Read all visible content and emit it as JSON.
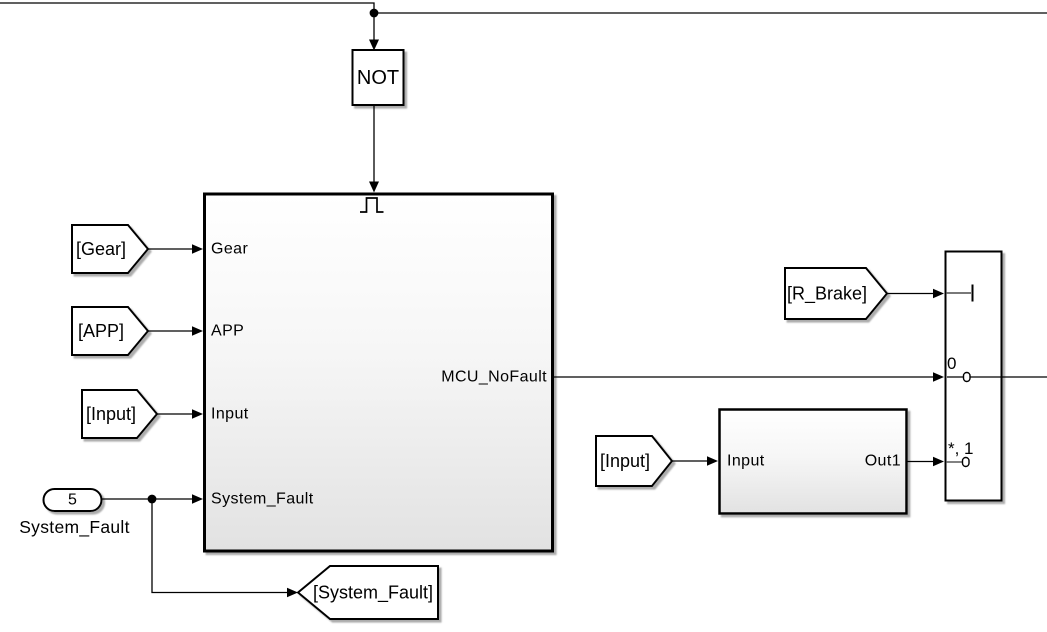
{
  "canvas": {
    "background": "#ffffff",
    "wire_color": "#000000",
    "block_fill_top": "#ffffff",
    "block_fill_bottom": "#e3e3e3",
    "shadow_color": "#9e9e9e"
  },
  "not_block": {
    "label": "NOT"
  },
  "main_subsystem": {
    "trigger_icon": "pulse-trigger",
    "in_ports": [
      "Gear",
      "APP",
      "Input",
      "System_Fault"
    ],
    "out_ports": [
      "MCU_NoFault"
    ]
  },
  "from_tags": [
    {
      "label": "[Gear]"
    },
    {
      "label": "[APP]"
    },
    {
      "label": "[Input]"
    },
    {
      "label": "[R_Brake]"
    },
    {
      "label": "[Input]"
    }
  ],
  "goto_tag": {
    "label": "[System_Fault]"
  },
  "constant_block": {
    "value": "5",
    "name_label": "System_Fault"
  },
  "inner_subsystem": {
    "in_port": "Input",
    "out_port": "Out1"
  },
  "multiport_switch": {
    "index_port_icon": "threshold-bar",
    "data_port_labels": [
      "0",
      "*, 1"
    ]
  }
}
